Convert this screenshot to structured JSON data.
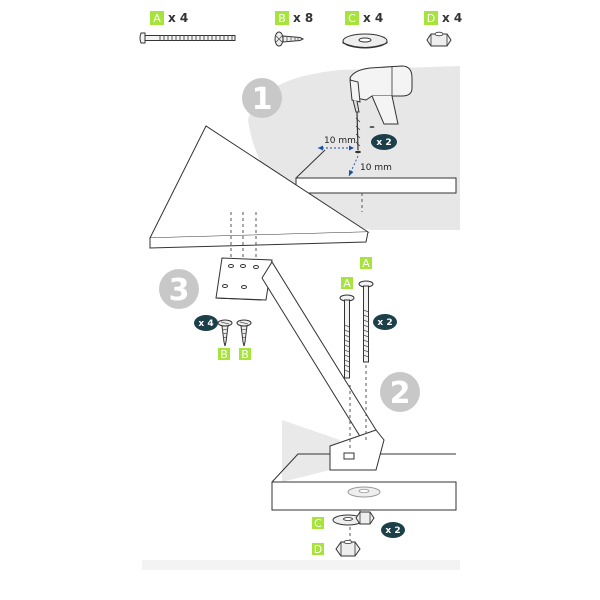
{
  "colors": {
    "accent": "#a6e33b",
    "badge": "#1c3f4a",
    "step_circle": "#c8c8c8",
    "shade": "#e7e7e7",
    "line": "#333333"
  },
  "parts": [
    {
      "letter": "A",
      "count": "x 4"
    },
    {
      "letter": "B",
      "count": "x 8"
    },
    {
      "letter": "C",
      "count": "x 4"
    },
    {
      "letter": "D",
      "count": "x 4"
    }
  ],
  "steps": {
    "one": "1",
    "two": "2",
    "three": "3"
  },
  "dimensions": {
    "horizontal": "10 mm",
    "vertical": "10 mm"
  },
  "badges": {
    "drill": "x 2",
    "screws": "x 4",
    "bolts": "x 2",
    "washer": "x 2"
  },
  "labels": {
    "bolt_a1": "A",
    "bolt_a2": "A",
    "screw_b1": "B",
    "screw_b2": "B",
    "washer_c": "C",
    "nut_d": "D"
  }
}
